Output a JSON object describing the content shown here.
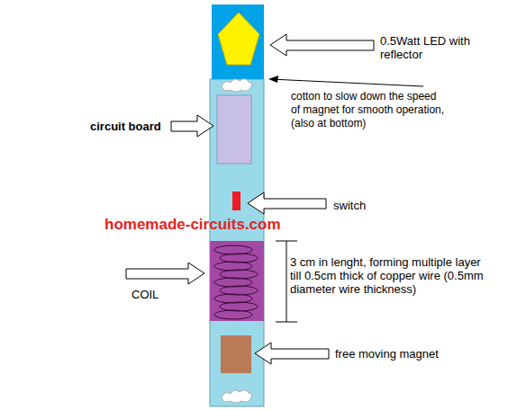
{
  "diagram": {
    "labels": [
      "0.5Watt LED with reflector",
      "cotton to slow down the speed of magnet for smooth operation, (also at bottom)",
      "circuit board",
      "homemade-circuits.com",
      "switch",
      "3 cm in lenght, forming multiple layer till 0.5cm thick of copper wire (0.5mm diameter wire thickness)",
      "COIL",
      "free moving magnet"
    ]
  }
}
